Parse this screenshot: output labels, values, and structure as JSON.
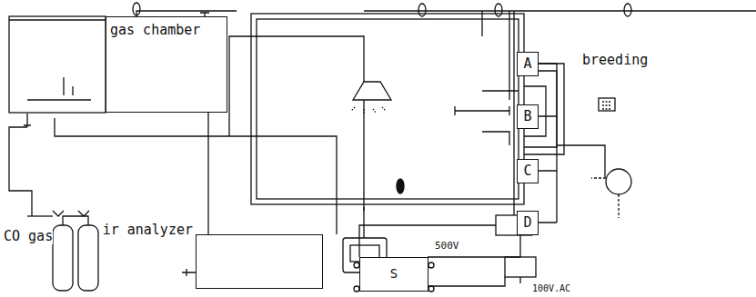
{
  "diagram": {
    "nodes": [
      {
        "text": [
          "gas chamber"
        ]
      },
      {
        "text": [
          "ir analyzer"
        ]
      },
      {
        "text": [
          "A"
        ]
      },
      {
        "text": [
          "B"
        ]
      },
      {
        "text": [
          "C"
        ]
      },
      {
        "text": [
          "D"
        ]
      },
      {
        "text": [
          "S"
        ]
      }
    ],
    "edges": [
      {
        "from": 0,
        "to": 1,
        "arrow": "none"
      }
    ],
    "labels": [
      "breeding",
      "CO gas",
      "500V",
      "100V.AC"
    ]
  }
}
